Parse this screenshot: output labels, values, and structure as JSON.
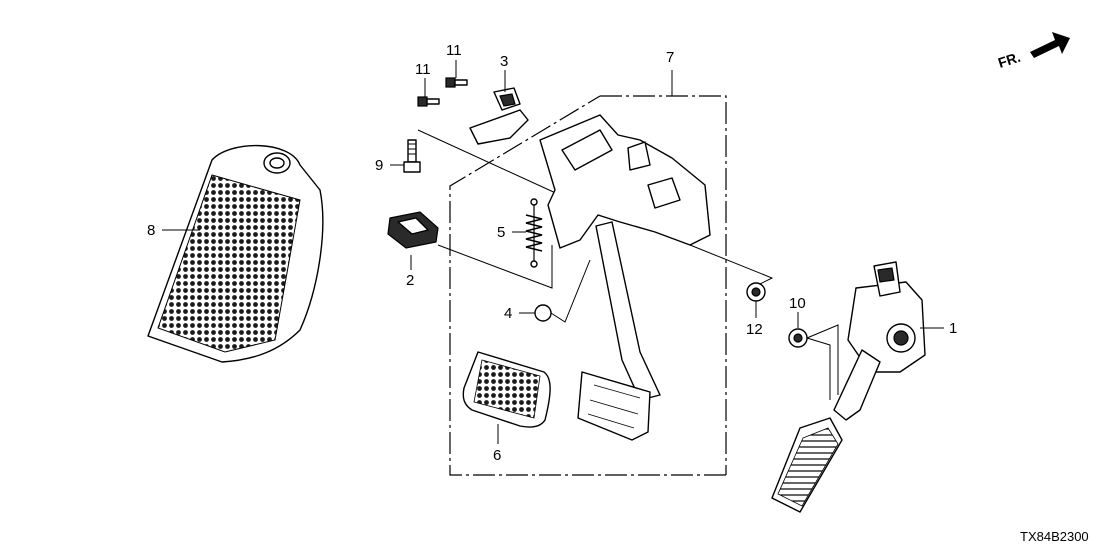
{
  "diagram": {
    "code": "TX84B2300",
    "direction": "FR.",
    "callouts": {
      "c1": "1",
      "c2": "2",
      "c3": "3",
      "c4": "4",
      "c5": "5",
      "c6": "6",
      "c7": "7",
      "c8": "8",
      "c9": "9",
      "c10": "10",
      "c11a": "11",
      "c11b": "11",
      "c12": "12"
    }
  }
}
